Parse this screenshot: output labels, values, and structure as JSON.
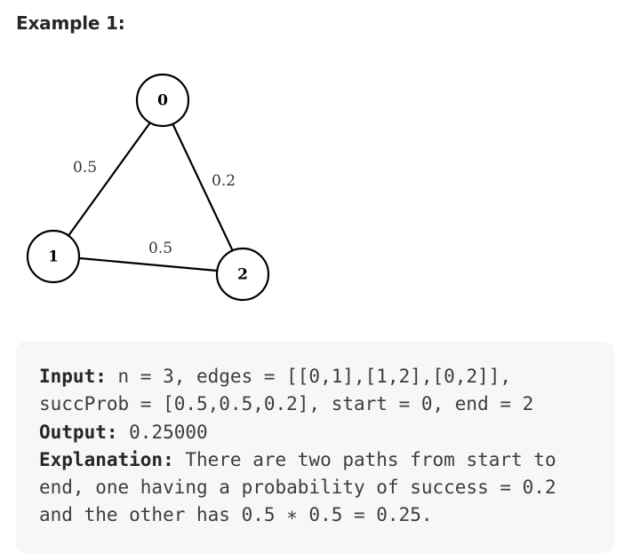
{
  "heading": "Example 1:",
  "graph": {
    "nodes": [
      {
        "id": "0",
        "label": "0"
      },
      {
        "id": "1",
        "label": "1"
      },
      {
        "id": "2",
        "label": "2"
      }
    ],
    "edges": [
      {
        "from": "0",
        "to": "1",
        "label": "0.5"
      },
      {
        "from": "0",
        "to": "2",
        "label": "0.2"
      },
      {
        "from": "1",
        "to": "2",
        "label": "0.5"
      }
    ]
  },
  "example": {
    "input_label": "Input:",
    "input_line1": " n = 3, edges = [[0,1],[1,2],[0,2]],",
    "input_line2": "succProb = [0.5,0.5,0.2], start = 0, end = 2",
    "output_label": "Output:",
    "output_value": " 0.25000",
    "explanation_label": "Explanation:",
    "explanation_line1": " There are two paths from start to",
    "explanation_line2": "end, one having a probability of success = 0.2",
    "explanation_line3": "and the other has 0.5 ∗ 0.5 = 0.25."
  }
}
